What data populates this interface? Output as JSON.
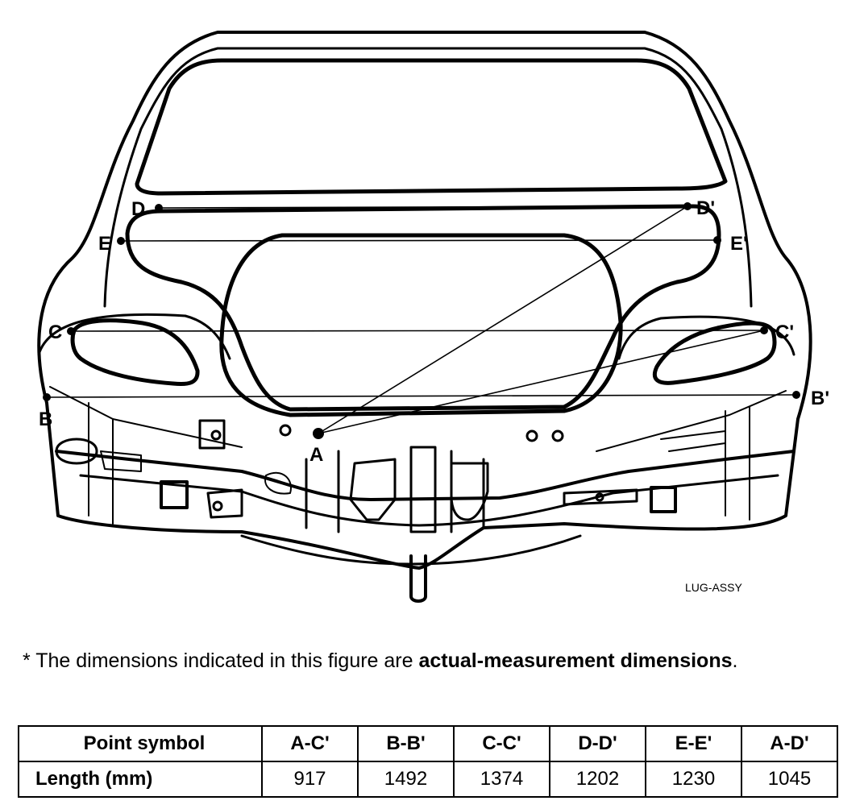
{
  "diagram": {
    "code": "LUG-ASSY",
    "points": {
      "A": "A",
      "B": "B",
      "B_prime": "B'",
      "C": "C",
      "C_prime": "C'",
      "D": "D",
      "D_prime": "D'",
      "E": "E",
      "E_prime": "E'"
    }
  },
  "note": {
    "prefix": "* The dimensions indicated in this figure are ",
    "emphasis": "actual-measurement dimensions",
    "suffix": "."
  },
  "table": {
    "row1_label": "Point symbol",
    "row2_label": "Length (mm)",
    "columns": [
      {
        "symbol": "A-C'",
        "length": "917"
      },
      {
        "symbol": "B-B'",
        "length": "1492"
      },
      {
        "symbol": "C-C'",
        "length": "1374"
      },
      {
        "symbol": "D-D'",
        "length": "1202"
      },
      {
        "symbol": "E-E'",
        "length": "1230"
      },
      {
        "symbol": "A-D'",
        "length": "1045"
      }
    ]
  }
}
